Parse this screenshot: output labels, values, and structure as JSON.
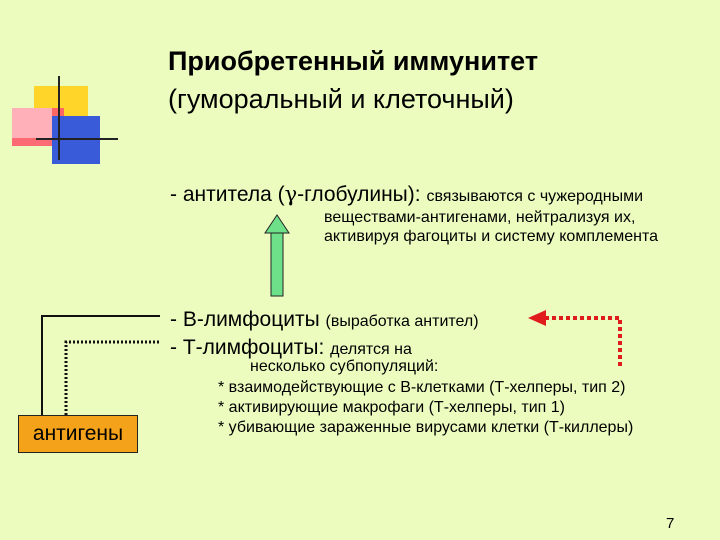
{
  "title": {
    "line1": "Приобретенный иммунитет",
    "line2": "(гуморальный и клеточный)"
  },
  "antibodies": {
    "prefix": "- антитела (",
    "gamma": "γ",
    "suffix": "-глобулины): ",
    "note_inline": "связываются с чужеродными",
    "note_line2": "веществами-антигенами, нейтрализуя их,",
    "note_line3": "активируя фагоциты и систему комплемента"
  },
  "b_lymphocytes": {
    "label": "- В-лимфоциты ",
    "note": "(выработка антител)"
  },
  "t_lymphocytes": {
    "label": "- Т-лимфоциты: ",
    "note": "делятся на",
    "note_line2": "несколько субпопуляций:",
    "subpopulations": [
      "* взаимодействующие с В-клетками (Т-хелперы, тип 2)",
      "* активирующие макрофаги (Т-хелперы, тип 1)",
      "* убивающие зараженные вирусами клетки (Т-киллеры)"
    ]
  },
  "antigen_box": {
    "label": "антигены"
  },
  "page_number": "7",
  "colors": {
    "background": "#ecfcbf",
    "up_arrow": "#6ee08a",
    "dotted_arrow": "#e01b1b",
    "antigen_box": "#f3a21a"
  }
}
